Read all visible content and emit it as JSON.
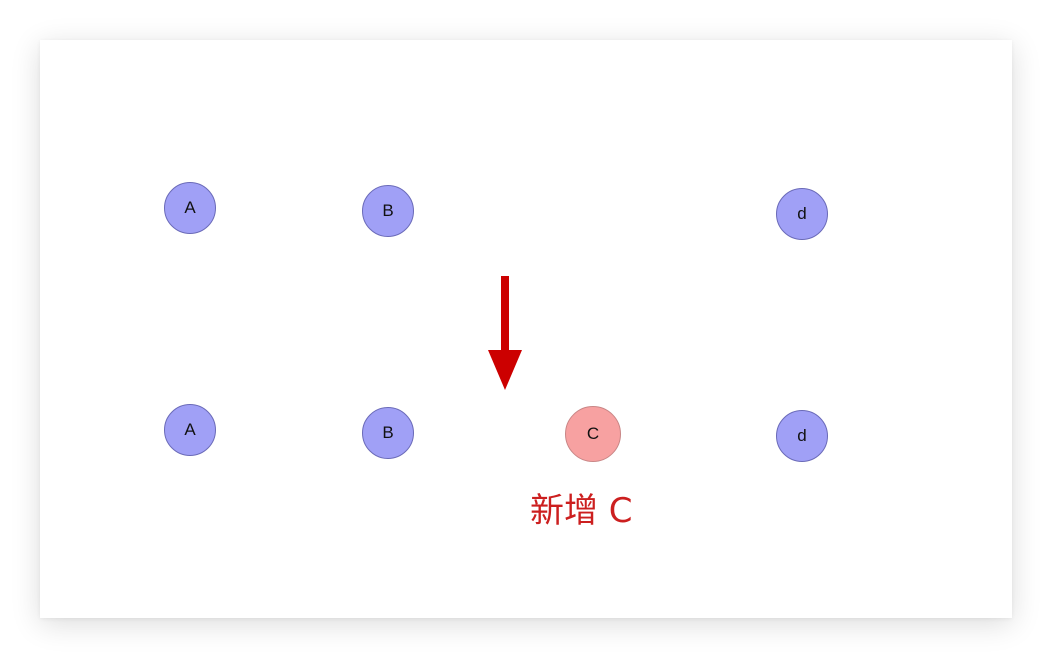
{
  "diagram": {
    "before_row": {
      "nodes": [
        {
          "label": "A"
        },
        {
          "label": "B"
        },
        {
          "label": "d"
        }
      ]
    },
    "after_row": {
      "nodes": [
        {
          "label": "A"
        },
        {
          "label": "B"
        },
        {
          "label": "C",
          "status": "new"
        },
        {
          "label": "d"
        }
      ]
    },
    "caption": "新增 C",
    "colors": {
      "node_fill": "#a0a0f6",
      "new_node_fill": "#f7a1a1",
      "arrow": "#cc0000",
      "caption": "#cc1f1f"
    }
  }
}
